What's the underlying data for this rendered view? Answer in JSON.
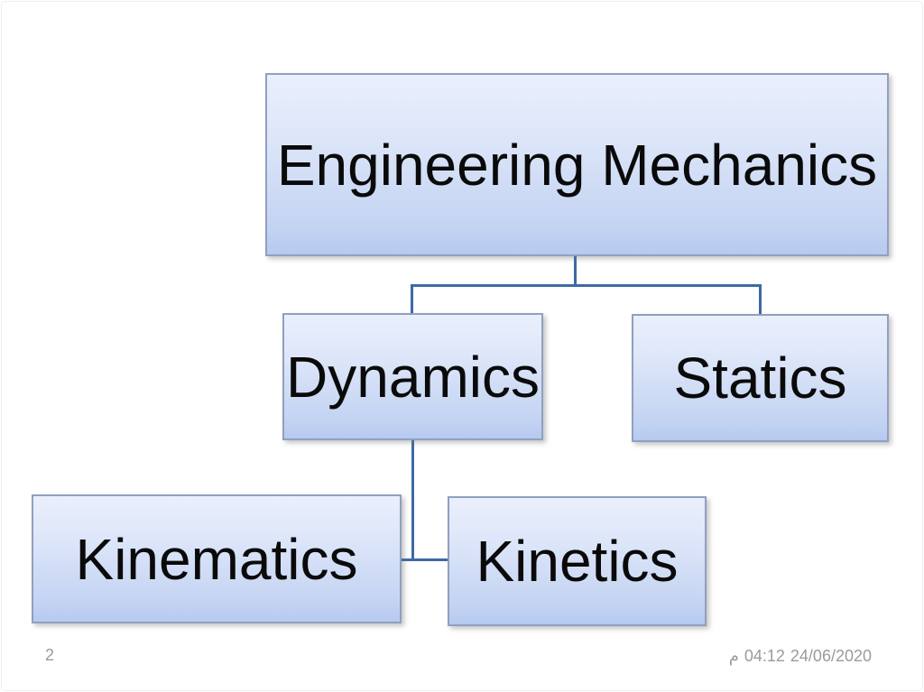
{
  "slide": {
    "page_number": "2",
    "footer": {
      "time_marker": "م",
      "time": "04:12",
      "date": "24/06/2020"
    }
  },
  "diagram": {
    "type": "org-chart-hierarchy",
    "nodes": [
      {
        "id": "engineering-mechanics",
        "label": "Engineering Mechanics",
        "level": 0
      },
      {
        "id": "dynamics",
        "label": "Dynamics",
        "level": 1,
        "parent": "engineering-mechanics"
      },
      {
        "id": "statics",
        "label": "Statics",
        "level": 1,
        "parent": "engineering-mechanics"
      },
      {
        "id": "kinematics",
        "label": "Kinematics",
        "level": 2,
        "parent": "dynamics"
      },
      {
        "id": "kinetics",
        "label": "Kinetics",
        "level": 2,
        "parent": "dynamics"
      }
    ],
    "edges": [
      {
        "from": "engineering-mechanics",
        "to": "dynamics"
      },
      {
        "from": "engineering-mechanics",
        "to": "statics"
      },
      {
        "from": "dynamics",
        "to": "kinematics"
      },
      {
        "from": "dynamics",
        "to": "kinetics"
      }
    ]
  },
  "colors": {
    "box_fill_top": "#eaeffc",
    "box_fill_bottom": "#b6caf0",
    "box_border": "#90a0bf",
    "connector": "#3e6aa5",
    "footer_text": "#9b9b9b",
    "node_text": "#0a0a0a",
    "background": "#ffffff"
  }
}
